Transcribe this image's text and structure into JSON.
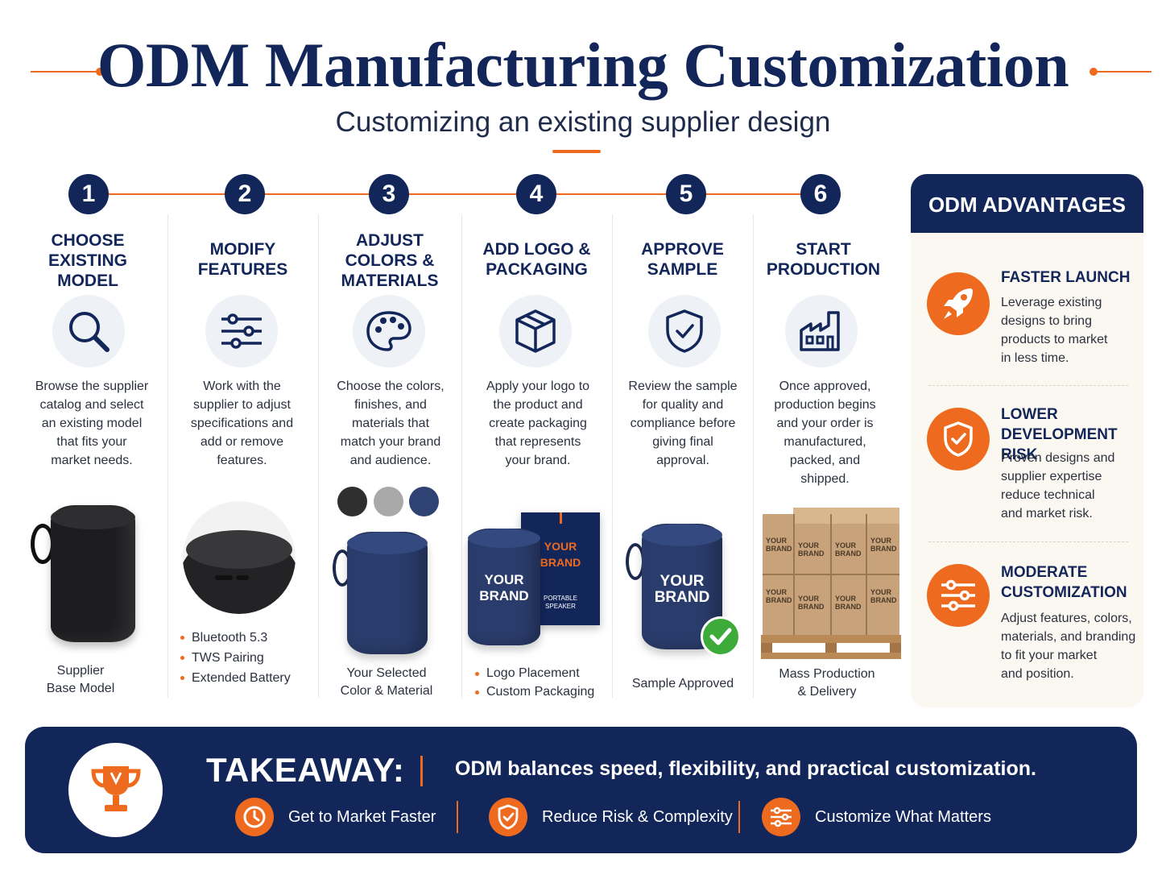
{
  "header": {
    "title": "ODM Manufacturing Customization",
    "subtitle": "Customizing an existing supplier design"
  },
  "steps": [
    {
      "number": "1",
      "title_lines": [
        "CHOOSE",
        "EXISTING",
        "MODEL"
      ],
      "icon": "search-icon",
      "description_lines": [
        "Browse the supplier",
        "catalog and select",
        "an existing model",
        "that fits your",
        "market needs."
      ],
      "caption_lines": [
        "Supplier",
        "Base Model"
      ]
    },
    {
      "number": "2",
      "title_lines": [
        "MODIFY",
        "FEATURES"
      ],
      "icon": "sliders-icon",
      "description_lines": [
        "Work with the",
        "supplier to adjust",
        "specifications and",
        "add or remove",
        "features."
      ],
      "bullets": [
        "Bluetooth 5.3",
        "TWS Pairing",
        "Extended Battery"
      ]
    },
    {
      "number": "3",
      "title_lines": [
        "ADJUST",
        "COLORS &",
        "MATERIALS"
      ],
      "icon": "palette-icon",
      "description_lines": [
        "Choose the colors,",
        "finishes, and",
        "materials that",
        "match your brand",
        "and audience."
      ],
      "swatches": [
        "#2f2f2f",
        "#a9a9a9",
        "#2e4274"
      ],
      "caption_lines": [
        "Your Selected",
        "Color & Material"
      ]
    },
    {
      "number": "4",
      "title_lines": [
        "ADD LOGO &",
        "PACKAGING"
      ],
      "icon": "box-icon",
      "description_lines": [
        "Apply your logo to",
        "the product and",
        "create packaging",
        "that represents",
        "your brand."
      ],
      "product_logo_lines": [
        "YOUR",
        "BRAND"
      ],
      "package_logo_lines": [
        "YOUR",
        "BRAND"
      ],
      "package_sub_lines": [
        "PORTABLE",
        "SPEAKER"
      ],
      "bullets": [
        "Logo Placement",
        "Custom Packaging"
      ]
    },
    {
      "number": "5",
      "title_lines": [
        "APPROVE",
        "SAMPLE"
      ],
      "icon": "shield-check-icon",
      "description_lines": [
        "Review the sample",
        "for quality and",
        "compliance before",
        "giving final",
        "approval."
      ],
      "product_logo_lines": [
        "YOUR",
        "BRAND"
      ],
      "caption_lines": [
        "Sample Approved"
      ]
    },
    {
      "number": "6",
      "title_lines": [
        "START",
        "PRODUCTION"
      ],
      "icon": "factory-icon",
      "description_lines": [
        "Once approved,",
        "production begins",
        "and your order is",
        "manufactured,",
        "packed, and",
        "shipped."
      ],
      "box_label": "YOUR BRAND",
      "caption_lines": [
        "Mass Production",
        "& Delivery"
      ]
    }
  ],
  "advantages": {
    "heading": "ODM ADVANTAGES",
    "items": [
      {
        "icon": "rocket-icon",
        "title_lines": [
          "FASTER LAUNCH"
        ],
        "description_lines": [
          "Leverage existing",
          "designs to bring",
          "products to market",
          "in less time."
        ]
      },
      {
        "icon": "shield-check-icon",
        "title_lines": [
          "LOWER",
          "DEVELOPMENT RISK"
        ],
        "description_lines": [
          "Proven designs and",
          "supplier expertise",
          "reduce technical",
          "and market risk."
        ]
      },
      {
        "icon": "sliders-icon",
        "title_lines": [
          "MODERATE",
          "CUSTOMIZATION"
        ],
        "description_lines": [
          "Adjust features, colors,",
          "materials, and branding",
          "to fit your market",
          "and position."
        ]
      }
    ]
  },
  "takeaway": {
    "label": "TAKEAWAY:",
    "text": "ODM balances speed, flexibility, and practical customization.",
    "items": [
      {
        "icon": "clock-icon",
        "label": "Get to Market Faster"
      },
      {
        "icon": "shield-check-icon",
        "label": "Reduce Risk & Complexity"
      },
      {
        "icon": "sliders-icon",
        "label": "Customize What Matters"
      }
    ]
  },
  "colors": {
    "navy": "#13265a",
    "orange": "#ee6a1f",
    "panel": "#fbf8f2"
  }
}
